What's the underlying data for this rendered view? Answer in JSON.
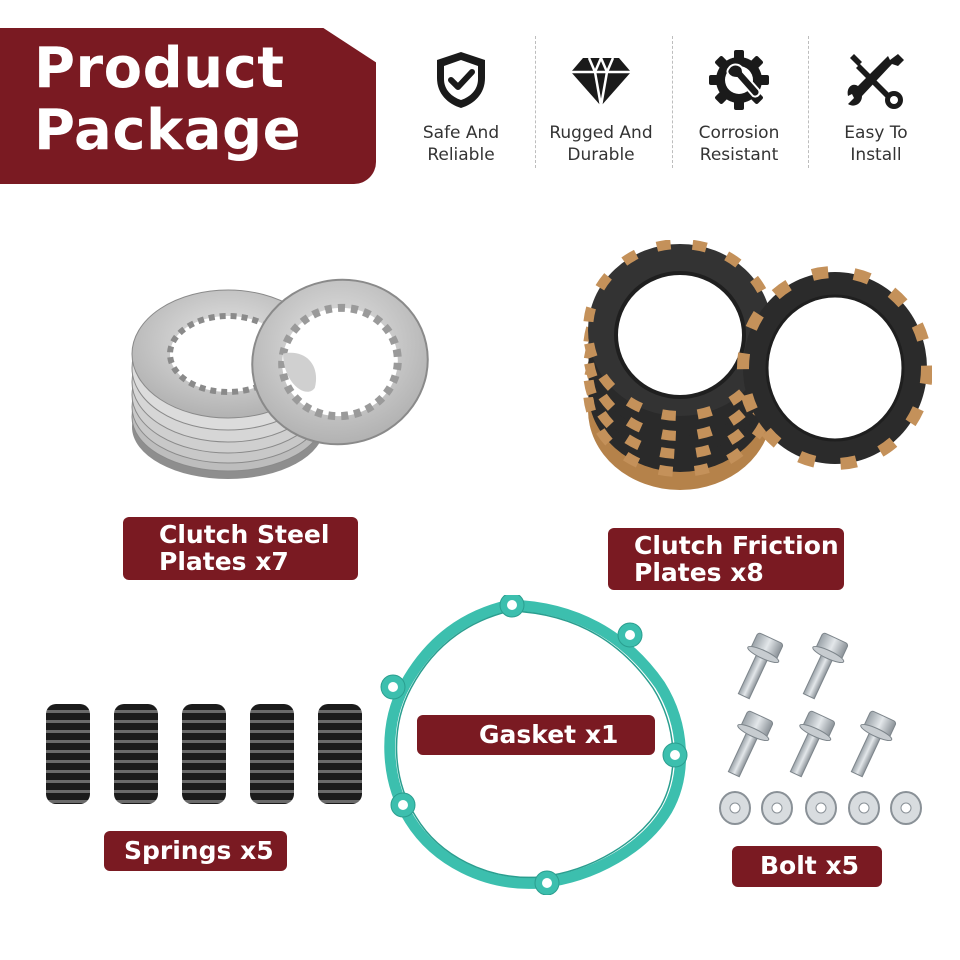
{
  "header": {
    "title": "Product\nPackage",
    "accent_color": "#7a1a22"
  },
  "features": [
    {
      "icon": "shield-check-icon",
      "label": "Safe And\nReliable"
    },
    {
      "icon": "diamond-icon",
      "label": "Rugged And\nDurable"
    },
    {
      "icon": "gear-wrench-icon",
      "label": "Corrosion\nResistant"
    },
    {
      "icon": "tools-icon",
      "label": "Easy To\nInstall"
    }
  ],
  "items": {
    "steel_plates": {
      "label": "Clutch  Steel\nPlates x7"
    },
    "friction_plates": {
      "label": "Clutch Friction\nPlates x8"
    },
    "springs": {
      "label": "Springs x5"
    },
    "gasket": {
      "label": "Gasket x1",
      "color": "#3cbfae"
    },
    "bolts": {
      "label": "Bolt x5"
    }
  }
}
